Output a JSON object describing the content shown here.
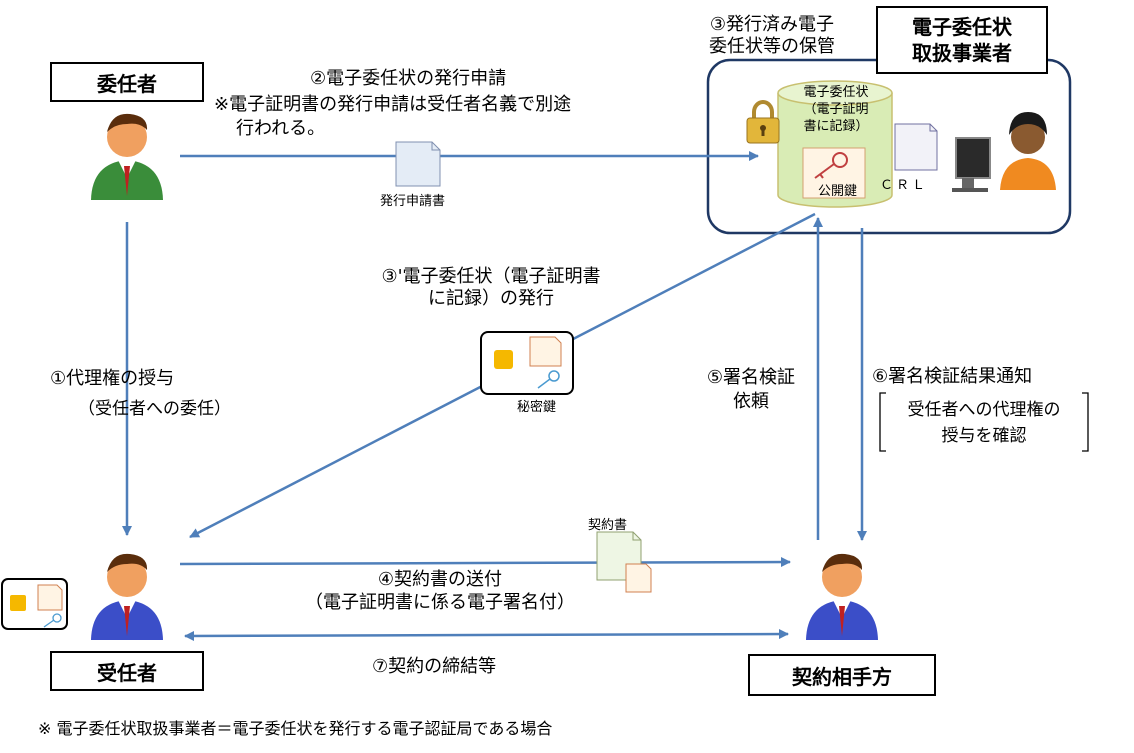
{
  "nodes": {
    "delegator": "委任者",
    "delegate": "受任者",
    "counterparty": "契約相手方",
    "operator": [
      "電子委任状",
      "取扱事業者"
    ]
  },
  "steps": {
    "step1": "①代理権の授与",
    "step1_note": "（受任者への委任）",
    "step2": "②電子委任状の発行申請",
    "step2_note": [
      "※電子証明書の発行申請は受任者名義で別途",
      "行われる。"
    ],
    "step3": [
      "③発行済み電子",
      "委任状等の保管"
    ],
    "step3b": [
      "③'電子委任状（電子証明書",
      "に記録）の発行"
    ],
    "step4": [
      "④契約書の送付",
      "（電子証明書に係る電子署名付）"
    ],
    "step5": [
      "⑤署名検証",
      "依頼"
    ],
    "step6": "⑥署名検証結果通知",
    "step6_note": [
      "受任者への代理権の",
      "授与を確認"
    ],
    "step7": "⑦契約の締結等"
  },
  "items": {
    "application_doc": "発行申請書",
    "private_key": "秘密鍵",
    "contract_doc": "契約書",
    "db_label": [
      "電子委任状",
      "（電子証明",
      "書に記録）"
    ],
    "public_key": "公開鍵",
    "crl": "ＣＲＬ"
  },
  "footnote": "※ 電子委任状取扱事業者＝電子委任状を発行する電子認証局である場合",
  "colors": {
    "arrow": "#4f7fba",
    "db_fill": "#d9ecb5",
    "db_stroke": "#c8c070",
    "card_chip": "#f5b800",
    "person_green": "#3a8d3a",
    "person_blue": "#3b4ec8"
  }
}
